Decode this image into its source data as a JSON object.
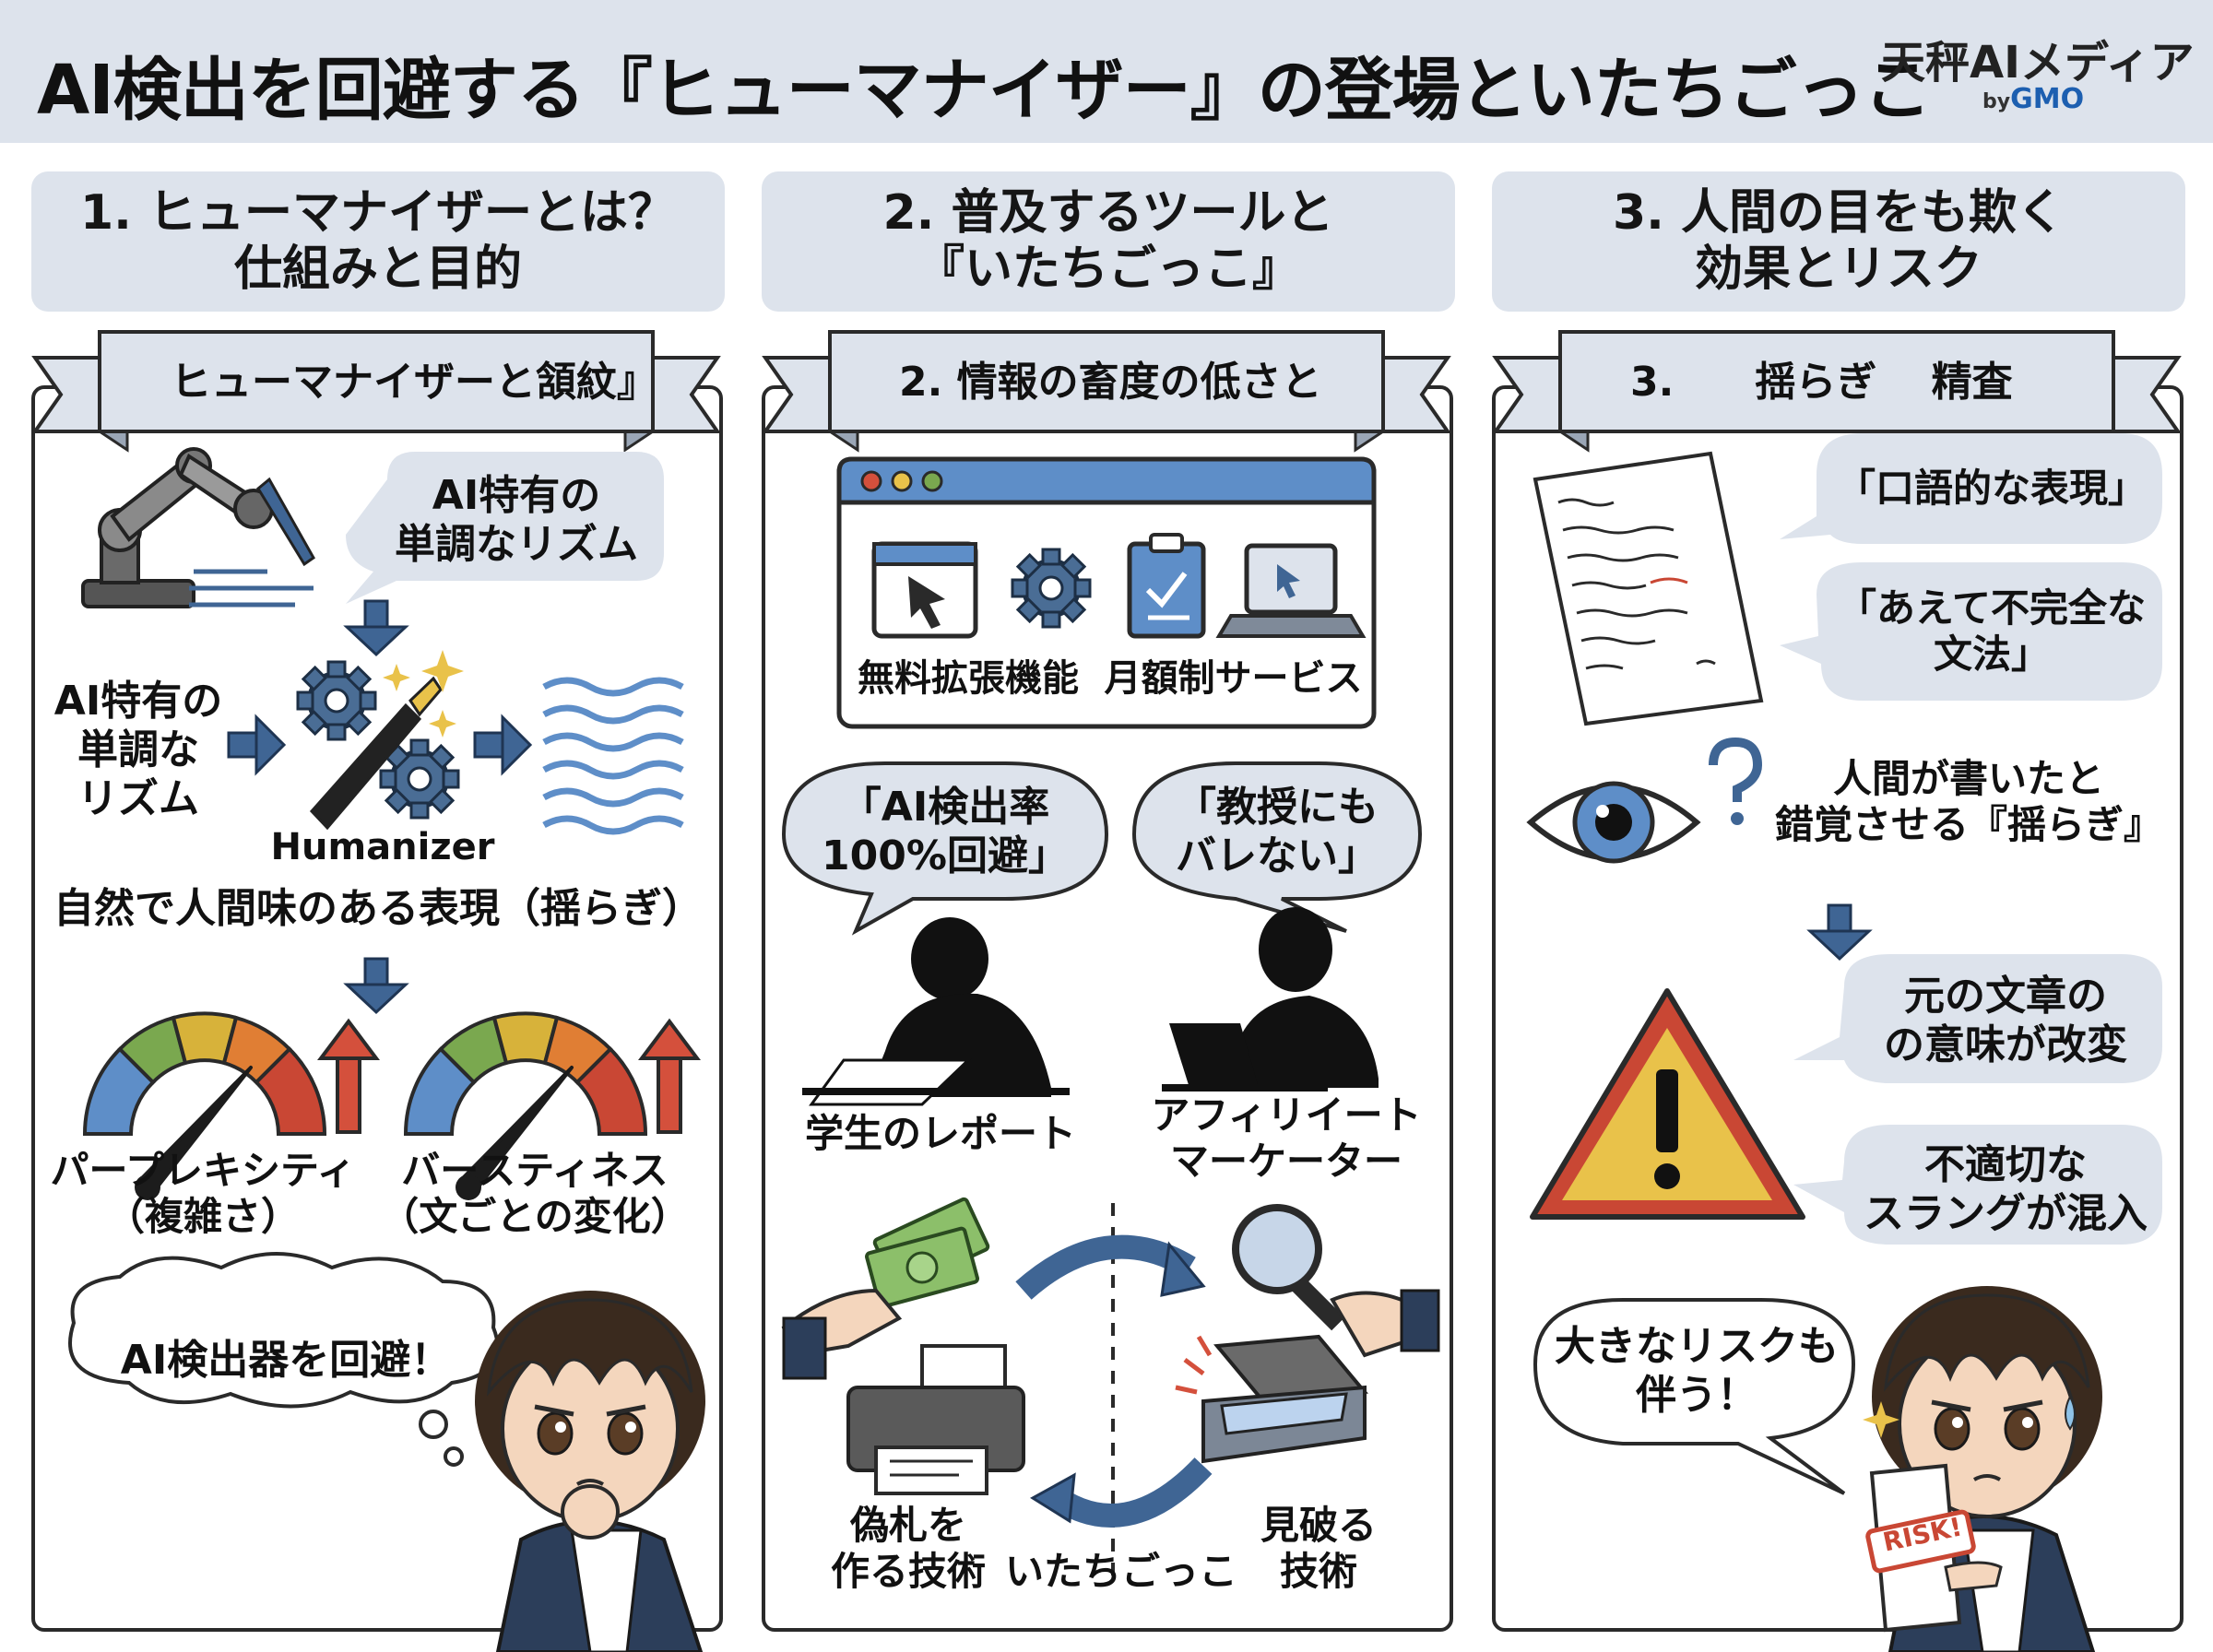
{
  "title": "AI検出を回避する『ヒューマナイザー』の登場といたちごっこ",
  "brand": {
    "name": "天秤AIメディア",
    "by": "by",
    "gmo": "GMO"
  },
  "columns": [
    {
      "header": [
        "1. ヒューマナイザーとは？",
        "仕組みと目的"
      ],
      "ribbon": "ヒューマナイザーと頷紋』",
      "bubble_top": [
        "AI特有の",
        "単調なリズム"
      ],
      "side_label": [
        "AI特有の",
        "単調な",
        "リズム"
      ],
      "tool_name": "Humanizer",
      "natural_text": "自然で人間味のある表現（揺らぎ）",
      "gauge1": [
        "パープレキシティ",
        "（複雑さ）"
      ],
      "gauge2": [
        "バースティネス",
        "（文ごとの変化）"
      ],
      "thought": "AI検出器を回避！"
    },
    {
      "header": [
        "2. 普及するツールと",
        "『いたちごっこ』"
      ],
      "ribbon": "2. 情報の畜度の低さと",
      "browser_labels": [
        "無料拡張機能",
        "月額制サービス"
      ],
      "bubble_left": [
        "「AI検出率",
        "100%回避」"
      ],
      "bubble_right": [
        "「教授にも",
        "バレない」"
      ],
      "person_left": "学生のレポート",
      "person_right": [
        "アフィリイート",
        "マーケーター"
      ],
      "cycle_left": [
        "偽札を",
        "作る技術"
      ],
      "cycle_center": "いたちごっこ",
      "cycle_right": [
        "見破る",
        "技術"
      ]
    },
    {
      "header": [
        "3. 人間の目をも欺く",
        "効果とリスク"
      ],
      "ribbon": "3.　　揺らぎ　 精査",
      "bubble1": "「口語的な表現」",
      "bubble2": [
        "「あえて不完全な",
        "文法」"
      ],
      "eye_text": [
        "人間が書いたと",
        "錯覚させる『揺らぎ』"
      ],
      "bubble3": [
        "元の文章の",
        "の意味が改変"
      ],
      "bubble4": [
        "不適切な",
        "スラングが混入"
      ],
      "speech": [
        "大きなリスクも",
        "伴う！"
      ],
      "risk_tag": "RISK!"
    }
  ]
}
